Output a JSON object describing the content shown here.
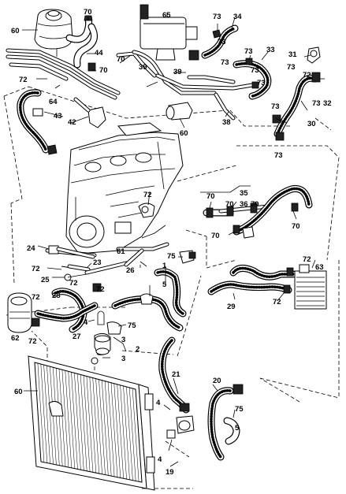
{
  "title": "",
  "part_labels": {
    "p1": "1",
    "p2": "2",
    "p3a": "3",
    "p3b": "3",
    "p4a": "4",
    "p4b": "4",
    "p4c": "4",
    "p5a": "5",
    "p5b": "5",
    "p19": "19",
    "p20": "20",
    "p21": "21",
    "p23": "23",
    "p24": "24",
    "p25": "25",
    "p26": "26",
    "p27": "27",
    "p28": "28",
    "p29": "29",
    "p30": "30",
    "p31": "31",
    "p32": "32",
    "p33": "33",
    "p34": "34",
    "p35": "35",
    "p36": "36",
    "p38": "38",
    "p39a": "39",
    "p39b": "39",
    "p42": "42",
    "p43": "43",
    "p44": "44",
    "p60a": "60",
    "p60b": "60",
    "p60c": "60",
    "p61": "61",
    "p62": "62",
    "p63": "63",
    "p64": "64",
    "p65": "65",
    "p70a": "70",
    "p70b": "70",
    "p70c": "70",
    "p70d": "70",
    "p70e": "70",
    "p70f": "70",
    "p72a": "72",
    "p72b": "72",
    "p72c": "72",
    "p72d": "72",
    "p72e": "72",
    "p72f": "72",
    "p72g": "72",
    "p72h": "72",
    "p72i": "72",
    "p73a": "73",
    "p73b": "73",
    "p73c": "73",
    "p73d": "73",
    "p73e": "73",
    "p73f": "73",
    "p73g": "73",
    "p73h": "73",
    "p73i": "73",
    "p73j": "73",
    "p75a": "75",
    "p75b": "75",
    "p75c": "75"
  }
}
